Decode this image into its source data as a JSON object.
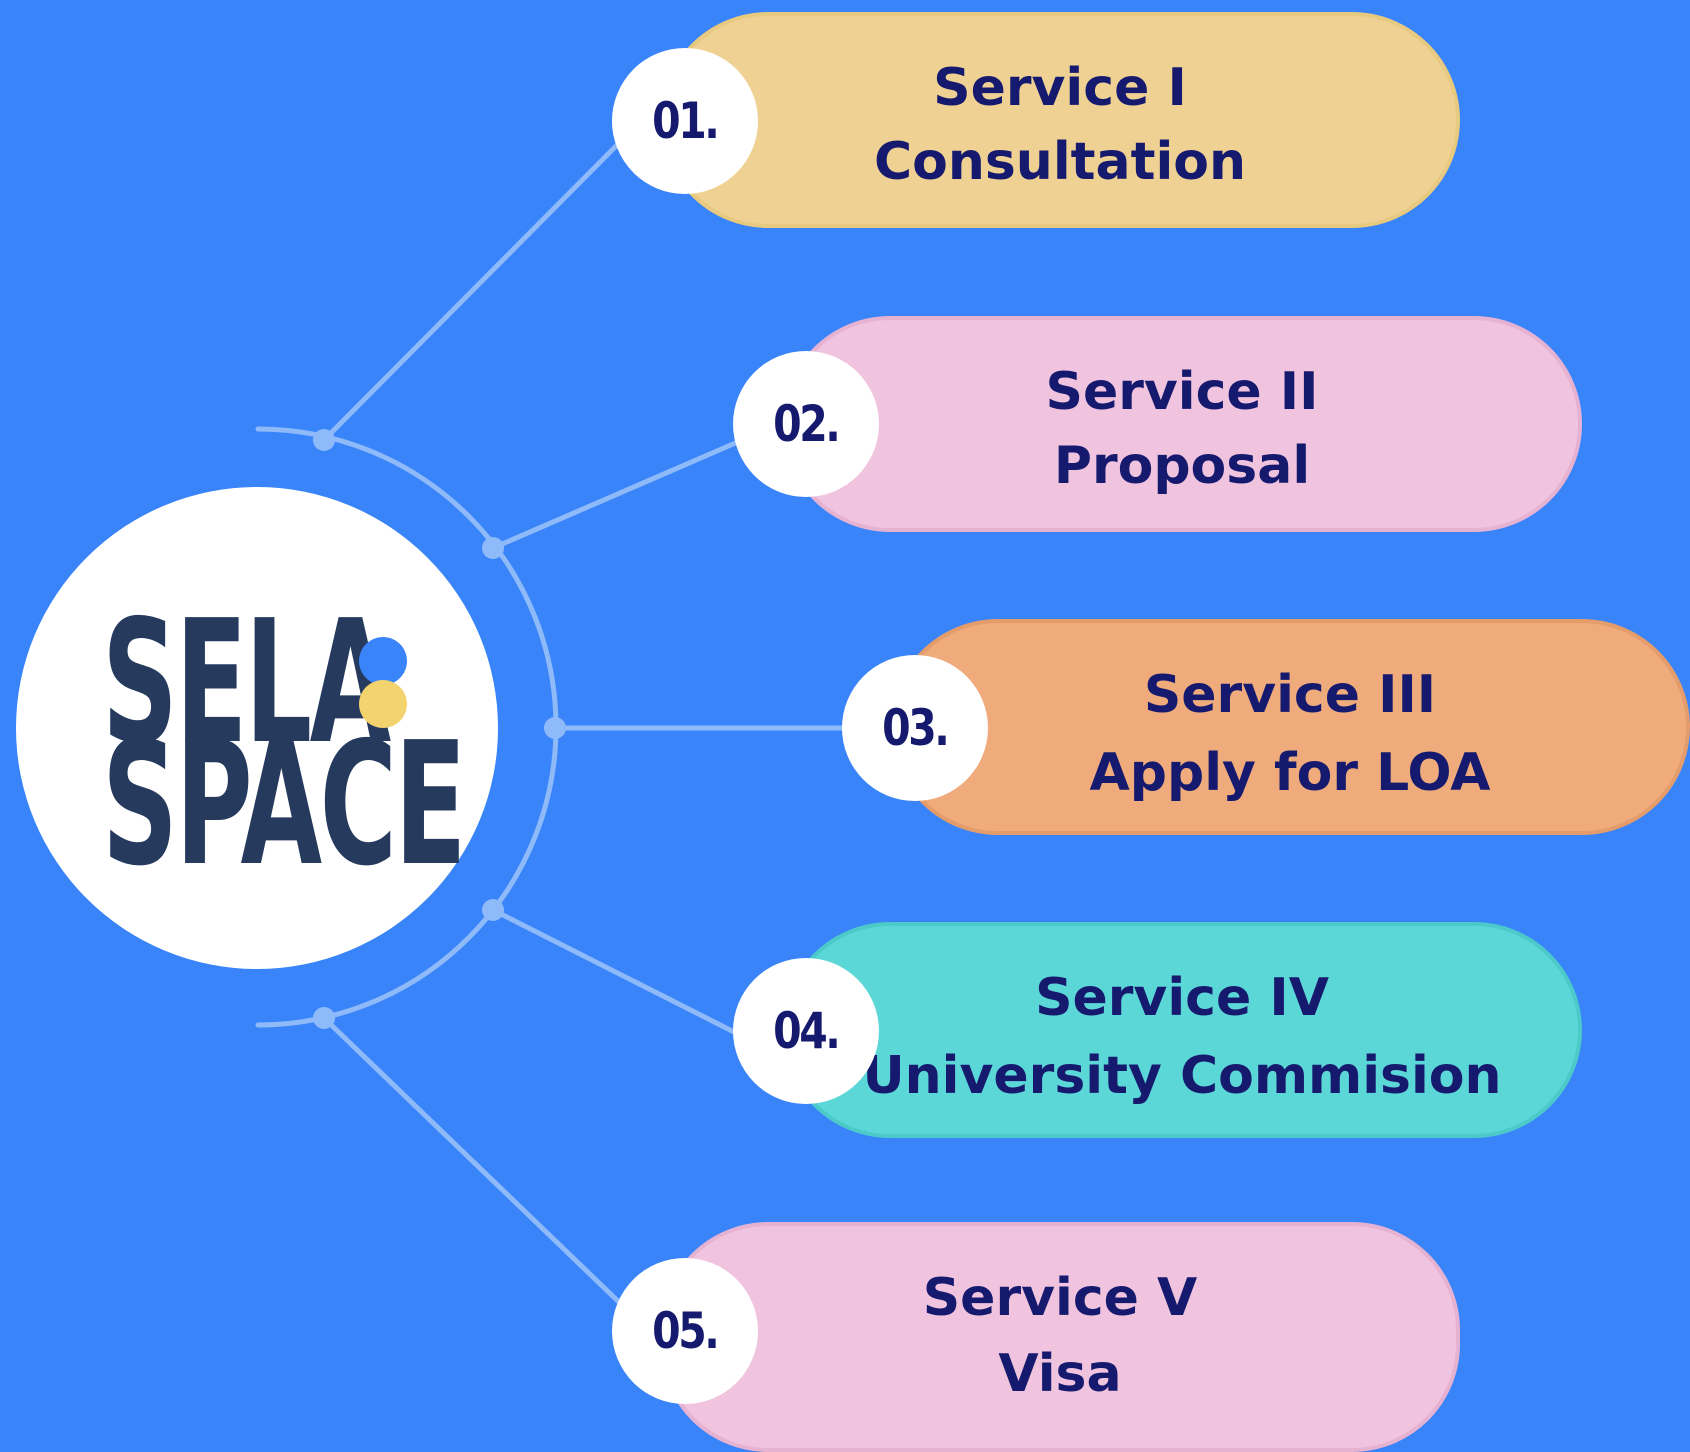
{
  "logo": {
    "line1": "SELA",
    "line2": "SPACE",
    "dot_colors": [
      "#3a84f9",
      "#f2d36e"
    ],
    "text_color": "#263a5e"
  },
  "colors": {
    "background": "#3a84f9",
    "connector": "#8fbaf9",
    "text": "#161a6e"
  },
  "services": [
    {
      "number": "01.",
      "title": "Service I",
      "subtitle": "Consultation",
      "color": "#efd293",
      "border": "#e7c97f"
    },
    {
      "number": "02.",
      "title": "Service II",
      "subtitle": "Proposal",
      "color": "#f0c3de",
      "border": "#e6b2d2"
    },
    {
      "number": "03.",
      "title": "Service III",
      "subtitle": "Apply for LOA",
      "color": "#efab7c",
      "border": "#e49c6b"
    },
    {
      "number": "04.",
      "title": "Service IV",
      "subtitle": "University Commision",
      "color": "#5cd7d7",
      "border": "#4ccaca"
    },
    {
      "number": "05.",
      "title": "Service V",
      "subtitle": "Visa",
      "color": "#f0c3de",
      "border": "#e6b2d2"
    }
  ]
}
